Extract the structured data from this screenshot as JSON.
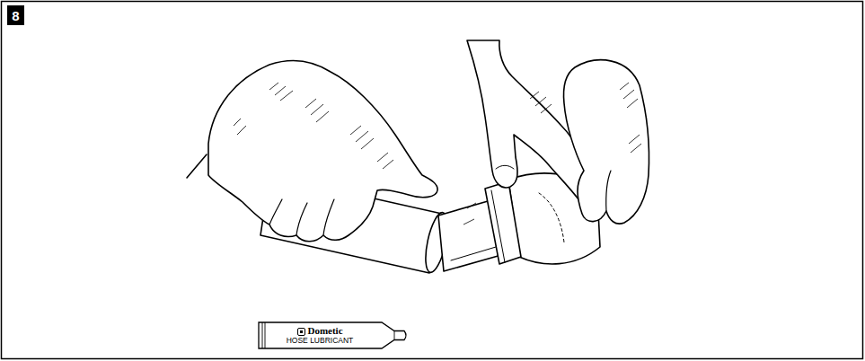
{
  "diagram": {
    "nodes": [
      {
        "text": [
          "8"
        ]
      },
      {
        "text": [
          "Dometic",
          "HOSE LUBRICANT"
        ]
      }
    ]
  }
}
